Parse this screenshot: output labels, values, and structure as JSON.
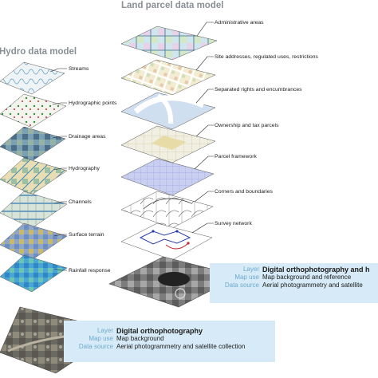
{
  "titles": {
    "land": "Land parcel data model",
    "hydro": "Hydro data model"
  },
  "land_layers": [
    {
      "label": "Administrative areas",
      "icon": "admin-areas-map"
    },
    {
      "label": "Site addresses, regulated uses, restrictions",
      "icon": "site-addresses-map"
    },
    {
      "label": "Separated rights and encumbrances",
      "icon": "rights-map"
    },
    {
      "label": "Ownership and tax parcels",
      "icon": "ownership-map"
    },
    {
      "label": "Parcel framework",
      "icon": "parcel-framework-map"
    },
    {
      "label": "Corners and boundaries",
      "icon": "corners-map"
    },
    {
      "label": "Survey network",
      "icon": "survey-network-map"
    }
  ],
  "hydro_layers": [
    {
      "label": "Streams",
      "icon": "streams-map"
    },
    {
      "label": "Hydrographic points",
      "icon": "hydro-points-map"
    },
    {
      "label": "Drainage areas",
      "icon": "drainage-map"
    },
    {
      "label": "Hydrography",
      "icon": "hydrography-map"
    },
    {
      "label": "Channels",
      "icon": "channels-map"
    },
    {
      "label": "Surface terrain",
      "icon": "terrain-map"
    },
    {
      "label": "Rainfall response",
      "icon": "rainfall-map"
    }
  ],
  "land_base_info": {
    "layer_key": "Layer",
    "layer": "Digital orthophotography and h",
    "use_key": "Map use",
    "use": "Map background and reference",
    "source_key": "Data source",
    "source": "Aerial photogrammetry and satellite"
  },
  "hydro_base_info": {
    "layer_key": "Layer",
    "layer": "Digital orthophotography",
    "use_key": "Map use",
    "use": "Map background",
    "source_key": "Data source",
    "source": "Aerial photogrammetry and satellite collection"
  },
  "colors": {
    "title": "#8a8f96",
    "info_bg": "#d6ebf7",
    "info_key": "#6fa9cc",
    "leader": "#222222"
  }
}
